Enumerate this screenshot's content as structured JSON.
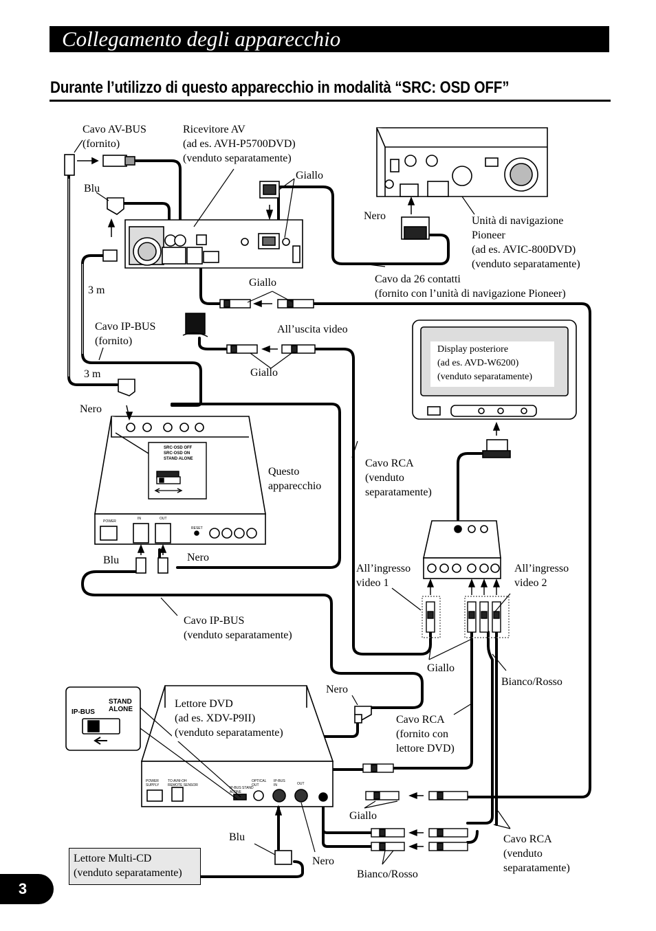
{
  "header": {
    "title": "Collegamento degli apparecchio"
  },
  "subtitle": "Durante l’utilizzo di questo apparecchio in modalità “SRC: OSD OFF”",
  "labels": {
    "cavo_avbus": [
      "Cavo AV-BUS",
      "(fornito)"
    ],
    "ricevitore_av": [
      "Ricevitore AV",
      "(ad es. AVH-P5700DVD)",
      "(venduto separatamente)"
    ],
    "giallo_top": "Giallo",
    "blu_top": "Blu",
    "nero_nav": "Nero",
    "unita_nav": [
      "Unità di navigazione",
      "Pioneer",
      "(ad es. AVIC-800DVD)",
      "(venduto separatamente)"
    ],
    "three_m_1": "3 m",
    "giallo_mid": "Giallo",
    "cavo_26": [
      "Cavo da 26 contatti",
      "(fornito con l’unità di navigazione Pioneer)"
    ],
    "cavo_ipbus_fornito": [
      "Cavo IP-BUS",
      "(fornito)"
    ],
    "alluscita_video": "All’uscita video",
    "three_m_2": "3 m",
    "giallo_video": "Giallo",
    "nero_unit": "Nero",
    "questo_app": [
      "Questo",
      "apparecchio"
    ],
    "cavo_rca_vs": [
      "Cavo RCA",
      "(venduto",
      "separatamente)"
    ],
    "blu_unit": "Blu",
    "nero_unit_out": "Nero",
    "allingresso_1": [
      "All’ingresso",
      "video 1"
    ],
    "allingresso_2": [
      "All’ingresso",
      "video 2"
    ],
    "cavo_ipbus_vs": [
      "Cavo IP-BUS",
      "(venduto separatamente)"
    ],
    "giallo_rca": "Giallo",
    "bianco_rosso_rca": "Bianco/Rosso",
    "nero_dvd": "Nero",
    "cavo_rca_dvd": [
      "Cavo RCA",
      "(fornito con",
      "lettore DVD)"
    ],
    "giallo_dvd": "Giallo",
    "blu_dvd": "Blu",
    "nero_mcd": "Nero",
    "bianco_rosso_dvd": "Bianco/Rosso",
    "cavo_rca_vs2": [
      "Cavo RCA",
      "(venduto",
      "separatamente)"
    ]
  },
  "display_posteriore": [
    "Display posteriore",
    "(ad es. AVD-W6200)",
    "(venduto separatamente)"
  ],
  "lettore_dvd": [
    "Lettore DVD",
    "(ad es. XDV-P9II)",
    "(venduto separatamente)"
  ],
  "lettore_mcd": [
    "Lettore Multi-CD",
    "(venduto separatamente)"
  ],
  "switch_inset": {
    "left": "IP-BUS",
    "right_1": "STAND",
    "right_2": "ALONE"
  },
  "unit_switch": {
    "l1": "SRC·OSD OFF",
    "l2": "SRC·OSD ON",
    "l3": "STAND ALONE"
  },
  "unit_panel": {
    "power": "POWER",
    "in": "IN",
    "out": "OUT",
    "reset": "RESET"
  },
  "dvd_panel": {
    "power": "POWER SUPPLY",
    "remote": "TO AVM-OH REMOTE SENSOR",
    "ipbus_sw": "IP-BUS STAND ALONE",
    "optical": "OPTICAL OUT",
    "ipbus_in": "IP-BUS IN",
    "ipbus_out": "OUT"
  },
  "page_number": "3"
}
